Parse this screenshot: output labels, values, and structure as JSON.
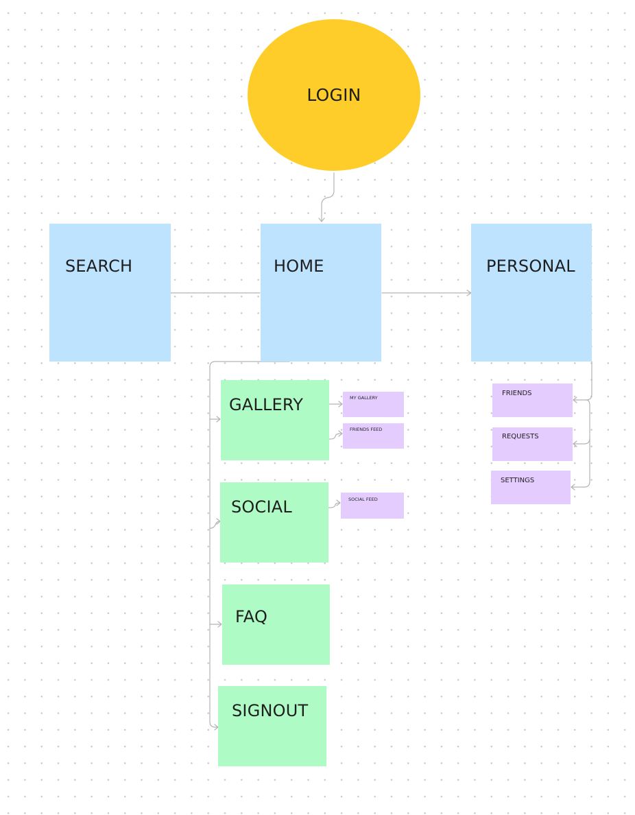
{
  "colors": {
    "login": "#ffcd29",
    "primary": "#bde3ff",
    "secondary": "#affbc6",
    "tertiary": "#e4ccff",
    "connector": "#b3b3b3"
  },
  "nodes": {
    "login": "LOGIN",
    "home": "HOME",
    "search": "SEARCH",
    "personal": "PERSONAL",
    "gallery": "GALLERY",
    "social": "SOCIAL",
    "faq": "FAQ",
    "signout": "SIGNOUT",
    "my_gallery": "MY GALLERY",
    "friends_feed": "FRIENDS FEED",
    "social_feed": "SOCIAL FEED",
    "friends": "FRIENDS",
    "requests": "REQUESTS",
    "settings": "SETTINGS"
  }
}
